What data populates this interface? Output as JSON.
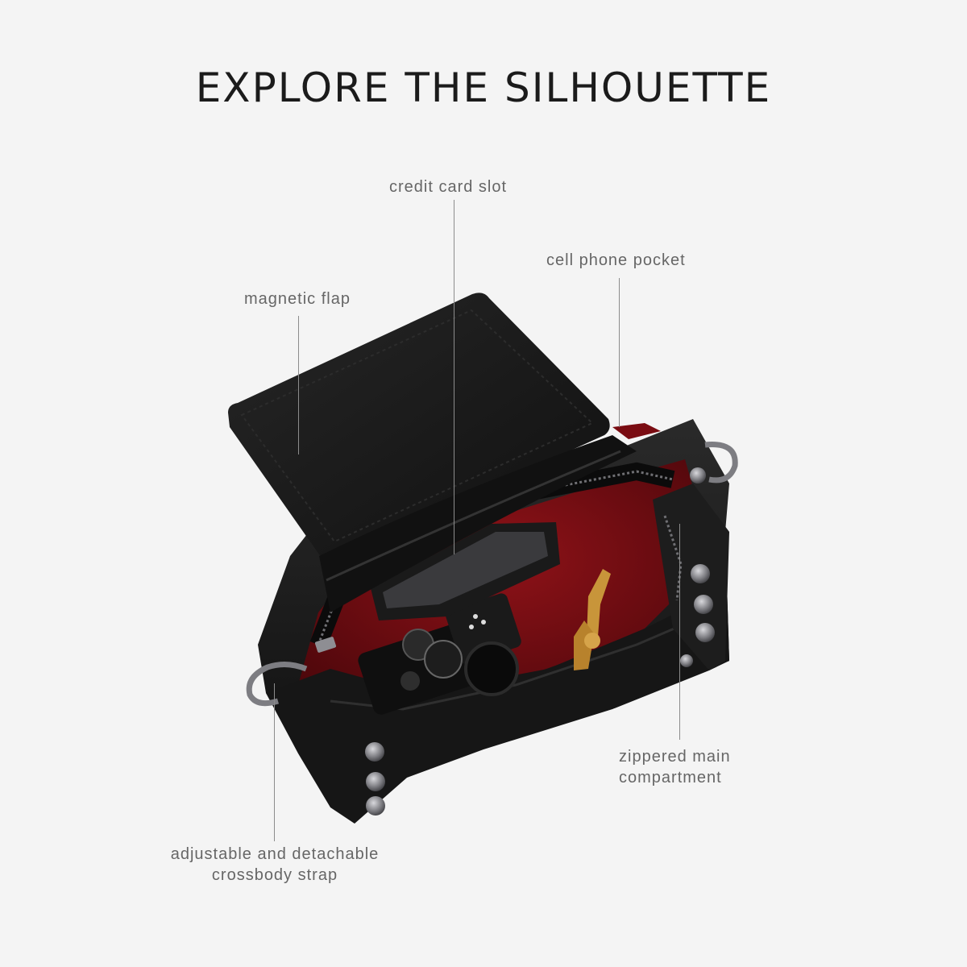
{
  "page": {
    "title": "EXPLORE THE SILHOUETTE"
  },
  "callouts": {
    "credit_card_slot": "credit card slot",
    "cell_phone_pocket": "cell phone pocket",
    "magnetic_flap": "magnetic flap",
    "zippered_main_line1": "zippered main",
    "zippered_main_line2": "compartment",
    "strap_line1": "adjustable and detachable",
    "strap_line2": "crossbody strap"
  },
  "colors": {
    "background": "#f4f4f4",
    "leather": "#141414",
    "lining": "#7a0c12",
    "hardware": "#8a8a8f",
    "key_brass": "#c8953a"
  }
}
